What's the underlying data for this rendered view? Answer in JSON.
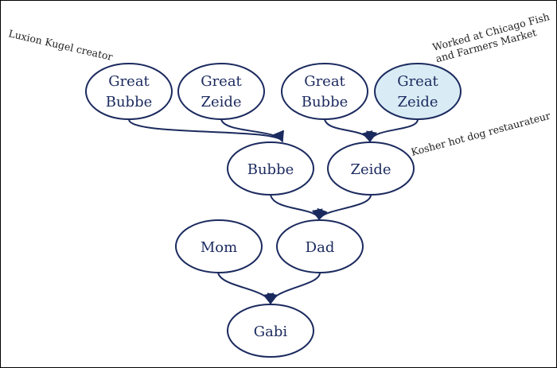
{
  "colors": {
    "stroke": "#1b2a5e",
    "text": "#1b2a5e",
    "highlight_fill": "#d9ecf5",
    "note_text": "#222222",
    "border": "#000000"
  },
  "nodes": {
    "great_bubbe_1": {
      "line1": "Great",
      "line2": "Bubbe"
    },
    "great_zeide_1": {
      "line1": "Great",
      "line2": "Zeide"
    },
    "great_bubbe_2": {
      "line1": "Great",
      "line2": "Bubbe"
    },
    "great_zeide_2": {
      "line1": "Great",
      "line2": "Zeide"
    },
    "bubbe": {
      "label": "Bubbe"
    },
    "zeide": {
      "label": "Zeide"
    },
    "mom": {
      "label": "Mom"
    },
    "dad": {
      "label": "Dad"
    },
    "gabi": {
      "label": "Gabi"
    }
  },
  "annotations": {
    "luxion": "Luxion Kugel creator",
    "chicago_line1": "Worked at Chicago Fish",
    "chicago_line2": "and Farmers Market",
    "kosher": "Kosher hot dog restaurateur"
  }
}
